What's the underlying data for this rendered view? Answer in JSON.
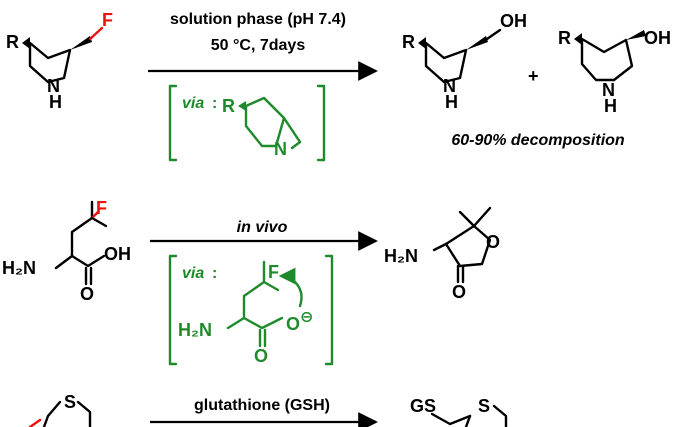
{
  "reactions": [
    {
      "conditions": [
        "solution phase (pH 7.4)",
        "50 °C,  7days"
      ],
      "via_label": "via",
      "outcome": "60-90% decomposition"
    },
    {
      "conditions": [
        "in vivo"
      ],
      "via_label": "via"
    },
    {
      "conditions": [
        "glutathione (GSH)"
      ]
    }
  ],
  "atoms": {
    "R": "R",
    "N": "N",
    "H": "H",
    "F": "F",
    "OH": "OH",
    "O": "O",
    "H2N": "H₂N",
    "S": "S",
    "GS": "GS",
    "plus": "+",
    "minus": "⊖"
  },
  "colors": {
    "black": "#000000",
    "green": "#1f8a2b",
    "red": "#ee1111"
  }
}
